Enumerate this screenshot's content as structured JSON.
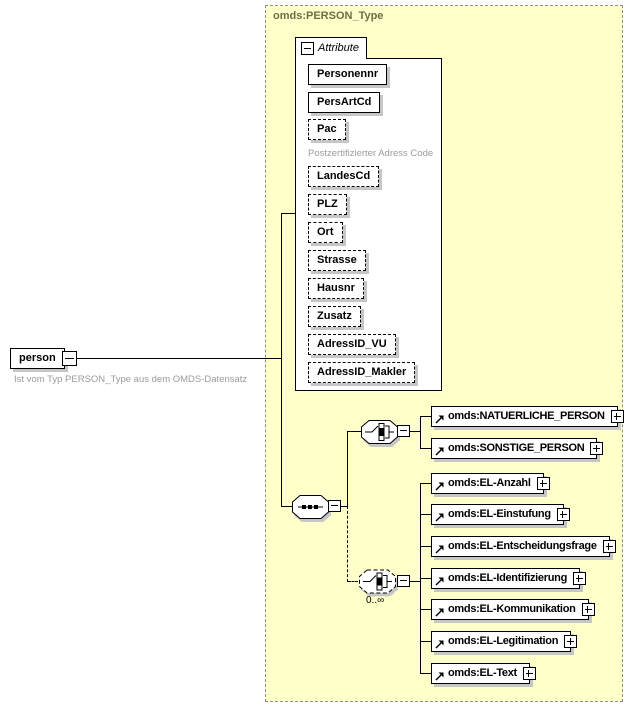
{
  "root": {
    "label": "person",
    "annotation": "Ist vom Typ PERSON_Type aus dem OMDS-Datensatz"
  },
  "type_box": {
    "label": "omds:PERSON_Type"
  },
  "attributes": {
    "header": "Attribute",
    "items": [
      {
        "label": "Personennr",
        "required": true
      },
      {
        "label": "PersArtCd",
        "required": true
      },
      {
        "label": "Pac",
        "required": false,
        "annotation": "Postzertifizierter Adress Code"
      },
      {
        "label": "LandesCd",
        "required": false
      },
      {
        "label": "PLZ",
        "required": false
      },
      {
        "label": "Ort",
        "required": false
      },
      {
        "label": "Strasse",
        "required": false
      },
      {
        "label": "Hausnr",
        "required": false
      },
      {
        "label": "Zusatz",
        "required": false
      },
      {
        "label": "AdressID_VU",
        "required": false
      },
      {
        "label": "AdressID_Makler",
        "required": false
      }
    ]
  },
  "compositors": {
    "sequence": {
      "kind": "sequence"
    },
    "choice_persons": {
      "kind": "choice"
    },
    "choice_el": {
      "kind": "choice",
      "occurrence": "0..∞"
    }
  },
  "elements": {
    "persons": [
      {
        "label": "omds:NATUERLICHE_PERSON"
      },
      {
        "label": "omds:SONSTIGE_PERSON"
      }
    ],
    "el_list": [
      {
        "label": "omds:EL-Anzahl"
      },
      {
        "label": "omds:EL-Einstufung"
      },
      {
        "label": "omds:EL-Entscheidungsfrage"
      },
      {
        "label": "omds:EL-Identifizierung"
      },
      {
        "label": "omds:EL-Kommunikation"
      },
      {
        "label": "omds:EL-Legitimation"
      },
      {
        "label": "omds:EL-Text"
      }
    ]
  },
  "colors": {
    "container_fill": "#ffffc9",
    "container_border": "#8f8f8f",
    "type_label": "#6e6e49",
    "annotation_text": "#9b9b9b",
    "shadow": "#c6c6c6"
  }
}
